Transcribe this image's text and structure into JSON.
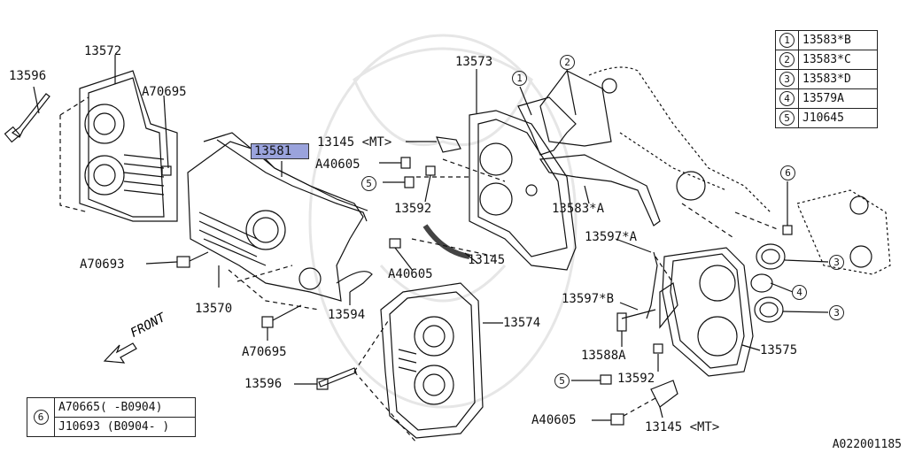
{
  "parts": {
    "p13572": "13572",
    "p13596_a": "13596",
    "p70695_a": "A70695",
    "p13581": "13581",
    "p13145_mt_a": "13145 <MT>",
    "pA40605_a": "A40605",
    "p5_a": "5",
    "p13592_a": "13592",
    "p13573": "13573",
    "p1": "1",
    "p2": "2",
    "p13583A": "13583*A",
    "p13597A": "13597*A",
    "p6": "6",
    "p3_a": "3",
    "p4": "4",
    "p3_b": "3",
    "p13145": "13145",
    "pA70693": "A70693",
    "p13570": "13570",
    "pA40605_b": "A40605",
    "p13594": "13594",
    "p13574": "13574",
    "p13597B": "13597*B",
    "pA70695_b": "A70695",
    "p13588A": "13588A",
    "p13575": "13575",
    "p13596_b": "13596",
    "p5_b": "5",
    "p13592_b": "13592",
    "pA40605_c": "A40605",
    "p13145_mt_b": "13145 <MT>",
    "front": "FRONT"
  },
  "legend_top": [
    {
      "num": "1",
      "part": "13583*B"
    },
    {
      "num": "2",
      "part": "13583*C"
    },
    {
      "num": "3",
      "part": "13583*D"
    },
    {
      "num": "4",
      "part": "13579A"
    },
    {
      "num": "5",
      "part": "J10645"
    }
  ],
  "legend_bottom": {
    "num": "6",
    "rows": [
      "A70665( -B0904)",
      "J10693 (B0904- )"
    ]
  },
  "footer": "A022001185"
}
